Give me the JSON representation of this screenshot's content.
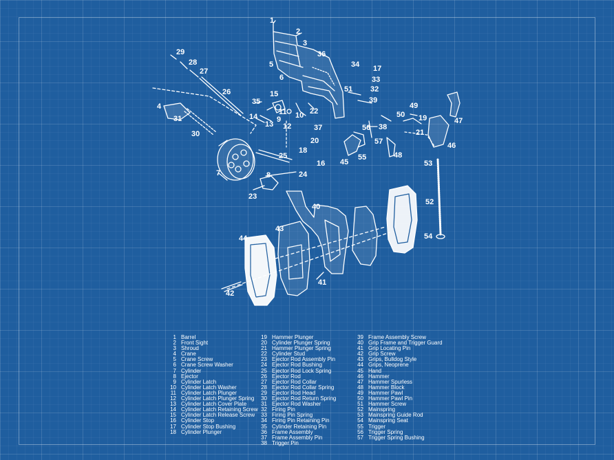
{
  "callouts": [
    "1",
    "2",
    "3",
    "4",
    "5",
    "6",
    "7",
    "8",
    "9",
    "10",
    "11",
    "12",
    "13",
    "14",
    "15",
    "16",
    "17",
    "18",
    "19",
    "20",
    "21",
    "22",
    "23",
    "24",
    "25",
    "26",
    "27",
    "28",
    "29",
    "30",
    "31",
    "32",
    "33",
    "34",
    "35",
    "36",
    "37",
    "38",
    "39",
    "40",
    "41",
    "42",
    "43",
    "44",
    "45",
    "46",
    "47",
    "48",
    "49",
    "50",
    "51",
    "52",
    "53",
    "54",
    "55",
    "56",
    "57"
  ],
  "legend": [
    [
      {
        "num": "1",
        "name": "Barrel"
      },
      {
        "num": "2",
        "name": "Front Sight"
      },
      {
        "num": "3",
        "name": "Shroud"
      },
      {
        "num": "4",
        "name": "Crane"
      },
      {
        "num": "5",
        "name": "Crane Screw"
      },
      {
        "num": "6",
        "name": "Crane Screw Washer"
      },
      {
        "num": "7",
        "name": "Cylinder"
      },
      {
        "num": "8",
        "name": "Ejector"
      },
      {
        "num": "9",
        "name": "Cylinder Latch"
      },
      {
        "num": "10",
        "name": "Cylinder Latch Washer"
      },
      {
        "num": "11",
        "name": "Cylinder Latch Plunger"
      },
      {
        "num": "12",
        "name": "Cylinder Latch Plunger Spring"
      },
      {
        "num": "13",
        "name": "Cylinder Latch Cover Plate"
      },
      {
        "num": "14",
        "name": "Cylinder Latch Retaining Screw"
      },
      {
        "num": "15",
        "name": "Cylinder Latch Release Screw"
      },
      {
        "num": "16",
        "name": "Cylinder Stop"
      },
      {
        "num": "17",
        "name": "Cylinder Stop Bushing"
      },
      {
        "num": "18",
        "name": "Cylinder Plunger"
      }
    ],
    [
      {
        "num": "19",
        "name": "Hammer Plunger"
      },
      {
        "num": "20",
        "name": "Cylinder Plunger Spring"
      },
      {
        "num": "21",
        "name": "Hammer Plunger Spring"
      },
      {
        "num": "22",
        "name": "Cylinder Stud"
      },
      {
        "num": "23",
        "name": "Ejector Rod Assembly Pin"
      },
      {
        "num": "24",
        "name": "Ejector Rod Bushing"
      },
      {
        "num": "25",
        "name": "Ejector Rod Lock Spring"
      },
      {
        "num": "26",
        "name": "Ejector Rod"
      },
      {
        "num": "27",
        "name": "Ejector Rod Collar"
      },
      {
        "num": "28",
        "name": "Ejector Rod Collar Spring"
      },
      {
        "num": "29",
        "name": "Ejector Rod Head"
      },
      {
        "num": "30",
        "name": "Ejector Rod Return Spring"
      },
      {
        "num": "31",
        "name": "Ejector Rod Washer"
      },
      {
        "num": "32",
        "name": "Firing Pin"
      },
      {
        "num": "33",
        "name": "Firing Pin Spring"
      },
      {
        "num": "34",
        "name": "Firing Pin Retaining Pin"
      },
      {
        "num": "35",
        "name": "Cylinder Retaining Pin"
      },
      {
        "num": "36",
        "name": "Frame Assembly"
      },
      {
        "num": "37",
        "name": "Frame Assembly Pin"
      },
      {
        "num": "38",
        "name": "Trigger Pin"
      }
    ],
    [
      {
        "num": "39",
        "name": "Frame Assembly Screw"
      },
      {
        "num": "40",
        "name": "Grip Frame and Trigger Guard"
      },
      {
        "num": "41",
        "name": "Grip Locating Pin"
      },
      {
        "num": "42",
        "name": "Grip Screw"
      },
      {
        "num": "43",
        "name": "Grips, Bulldog Style"
      },
      {
        "num": "44",
        "name": "Grips, Neoprene"
      },
      {
        "num": "45",
        "name": "Hand"
      },
      {
        "num": "46",
        "name": "Hammer"
      },
      {
        "num": "47",
        "name": "Hammer Spurless"
      },
      {
        "num": "48",
        "name": "Hammer Block"
      },
      {
        "num": "49",
        "name": "Hammer Pawl"
      },
      {
        "num": "50",
        "name": "Hammer Pawl Pin"
      },
      {
        "num": "51",
        "name": "Hammer Screw"
      },
      {
        "num": "52",
        "name": "Mainspring"
      },
      {
        "num": "53",
        "name": "Mainspring Guide Rod"
      },
      {
        "num": "54",
        "name": "Mainspring Seat"
      },
      {
        "num": "55",
        "name": "Trigger"
      },
      {
        "num": "56",
        "name": "Trigger Spring"
      },
      {
        "num": "57",
        "name": "Trigger Spring Bushing"
      }
    ]
  ]
}
